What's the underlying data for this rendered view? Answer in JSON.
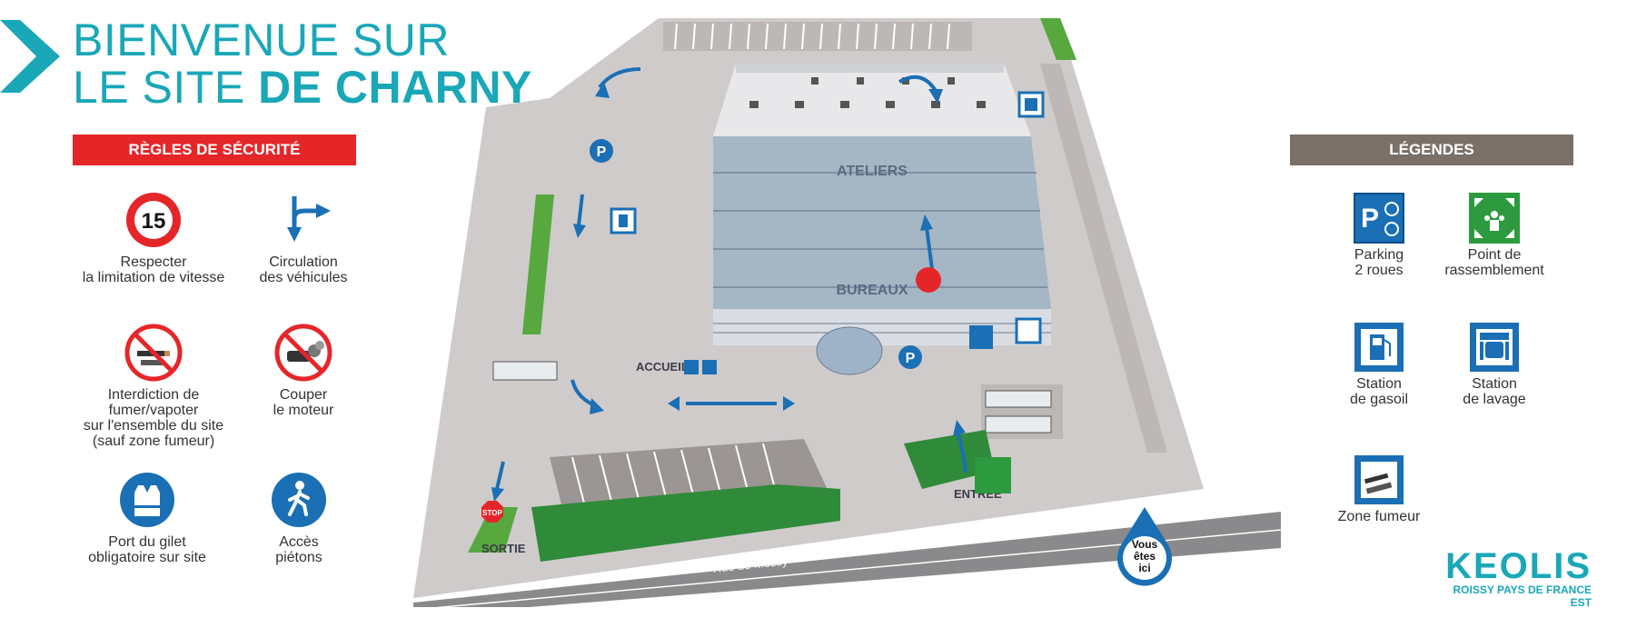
{
  "header": {
    "title_line1": "BIENVENUE SUR",
    "title_line2_light": "LE SITE ",
    "title_line2_bold": "DE CHARNY"
  },
  "safety": {
    "heading": "RÈGLES DE SÉCURITÉ",
    "rules": [
      {
        "icon": "speed-limit-15-icon",
        "sign_text": "15",
        "label": "Respecter\nla limitation de vitesse"
      },
      {
        "icon": "vehicle-circulation-icon",
        "label": "Circulation\ndes véhicules"
      },
      {
        "icon": "no-smoking-vaping-icon",
        "label": "Interdiction de\nfumer/vapoter\nsur l'ensemble du site\n(sauf zone fumeur)"
      },
      {
        "icon": "engine-off-icon",
        "label": "Couper\nle moteur"
      },
      {
        "icon": "safety-vest-icon",
        "label": "Port du gilet\nobligatoire sur site"
      },
      {
        "icon": "pedestrian-access-icon",
        "label": "Accès\npiétons"
      }
    ]
  },
  "legend": {
    "heading": "LÉGENDES",
    "items": [
      {
        "icon": "two-wheel-parking-icon",
        "label": "Parking\n2 roues"
      },
      {
        "icon": "assembly-point-icon",
        "label": "Point de\nrassemblement"
      },
      {
        "icon": "diesel-station-icon",
        "label": "Station\nde gasoil"
      },
      {
        "icon": "wash-station-icon",
        "label": "Station\nde lavage"
      },
      {
        "icon": "smoking-zone-icon",
        "label": "Zone fumeur"
      }
    ]
  },
  "map": {
    "building_top_label": "ATELIERS",
    "building_bottom_label": "BUREAUX",
    "reception_label": "ACCUEIL",
    "exit_label": "SORTIE",
    "entrance_label": "ENTRÉE",
    "you_are_here": "Vous\nêtes\nici",
    "street_name": "Rue de Messy",
    "stop_sign": "STOP",
    "parking_letter": "P"
  },
  "brand": {
    "logo_text": "KEOLIS",
    "subtitle_line1": "ROISSY PAYS DE FRANCE",
    "subtitle_line2": "EST"
  },
  "colors": {
    "teal": "#1aa7b8",
    "red": "#e52629",
    "taupe": "#7a7068",
    "blue": "#1a6fb5",
    "green": "#2e9a3f"
  }
}
